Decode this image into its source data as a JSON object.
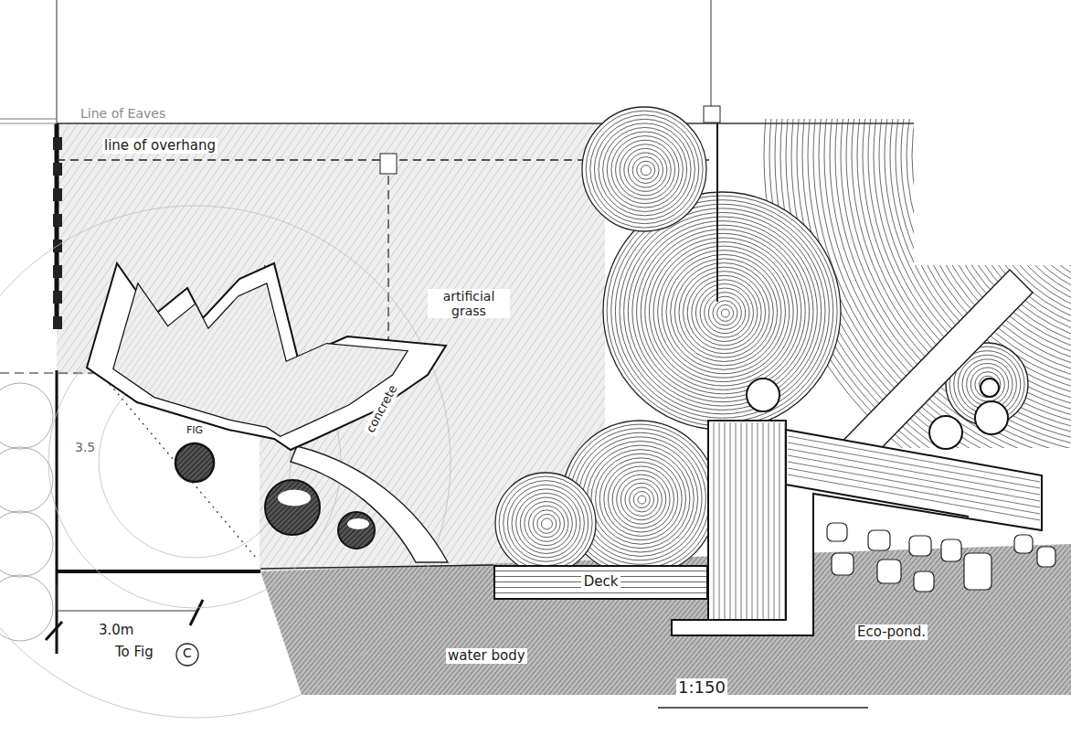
{
  "diagram": {
    "nodes": [
      {
        "text": [
          "FIG"
        ]
      },
      {
        "text": [
          "Deck"
        ]
      }
    ],
    "labels": [
      "Line of Eaves",
      "line of overhang",
      "artificial grass",
      "concrete",
      "3.5",
      "3.0m",
      "To Fig",
      "C",
      "water body",
      "Eco-pond.",
      "1:150"
    ]
  }
}
